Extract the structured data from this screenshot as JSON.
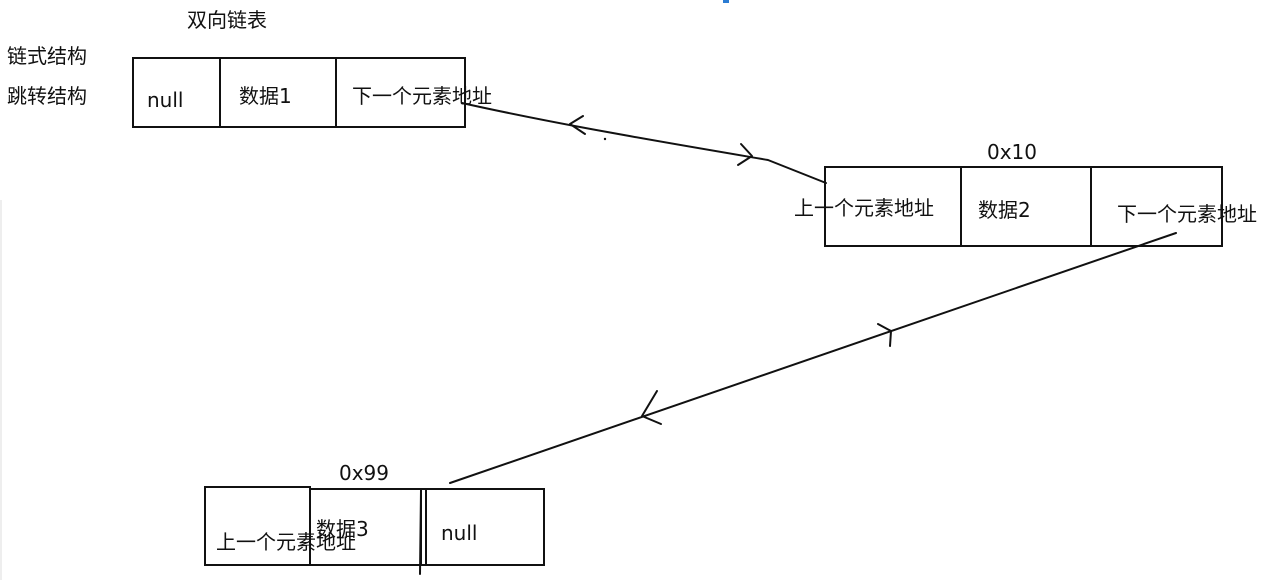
{
  "diagram": {
    "title": "双向链表",
    "side_labels": [
      "链式结构",
      "跳转结构"
    ],
    "nodes": [
      {
        "address": "",
        "cells": [
          "null",
          "数据1",
          "下一个元素地址"
        ]
      },
      {
        "address": "0x10",
        "cells": [
          "上一个元素地址",
          "数据2",
          "下一个元素地址"
        ]
      },
      {
        "address": "0x99",
        "cells": [
          "上一个元素地址",
          "数据3",
          "null"
        ]
      }
    ]
  },
  "colors": {
    "ink": "#111111",
    "accent": "#2b7cd3",
    "background": "#ffffff"
  }
}
